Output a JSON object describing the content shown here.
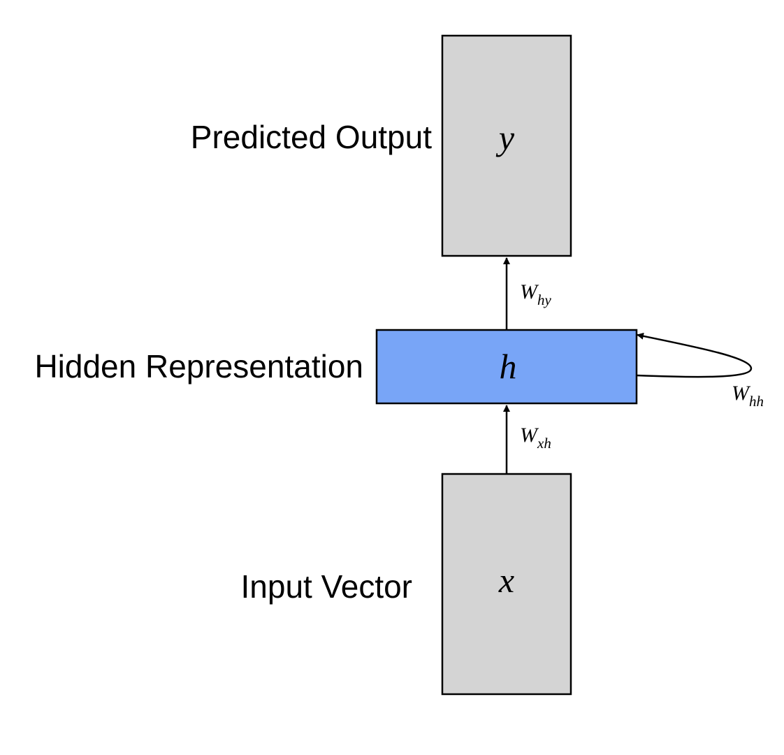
{
  "layers": {
    "output": {
      "label": "Predicted Output",
      "symbol": "y",
      "fill": "#d4d4d4"
    },
    "hidden": {
      "label": "Hidden Representation",
      "symbol": "h",
      "fill": "#78a5f7"
    },
    "input": {
      "label": "Input Vector",
      "symbol": "x",
      "fill": "#d4d4d4"
    }
  },
  "weights": {
    "hidden_to_output": {
      "base": "W",
      "sub": "hy"
    },
    "input_to_hidden": {
      "base": "W",
      "sub": "xh"
    },
    "recurrent": {
      "base": "W",
      "sub": "hh"
    }
  }
}
